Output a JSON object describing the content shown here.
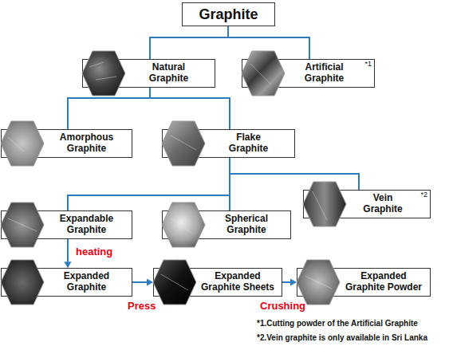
{
  "diagram": {
    "nodes": [
      {
        "text": [
          "Graphite"
        ]
      },
      {
        "text": [
          "Natural Graphite"
        ]
      },
      {
        "text": [
          "Artificial Graphite",
          "*1"
        ]
      },
      {
        "text": [
          "Amorphous Graphite"
        ]
      },
      {
        "text": [
          "Flake Graphite"
        ]
      },
      {
        "text": [
          "Vein Graphite",
          "*2"
        ]
      },
      {
        "text": [
          "Expandable Graphite"
        ]
      },
      {
        "text": [
          "Spherical Graphite"
        ]
      },
      {
        "text": [
          "Expanded Graphite"
        ]
      },
      {
        "text": [
          "Expanded Graphite Sheets"
        ]
      },
      {
        "text": [
          "Expanded Graphite Powder"
        ]
      }
    ],
    "edges": [
      {
        "from": 0,
        "to": 1,
        "arrow": "none"
      },
      {
        "from": 0,
        "to": 2,
        "arrow": "none"
      },
      {
        "from": 1,
        "to": 3,
        "arrow": "none"
      },
      {
        "from": 1,
        "to": 4,
        "arrow": "none"
      },
      {
        "from": 4,
        "to": 5,
        "arrow": "none"
      },
      {
        "from": 4,
        "to": 6,
        "arrow": "none"
      },
      {
        "from": 4,
        "to": 7,
        "arrow": "none"
      },
      {
        "from": 6,
        "to": 8,
        "label": "heating",
        "arrow": "to"
      },
      {
        "from": 8,
        "to": 9,
        "label": "Press",
        "arrow": "to"
      },
      {
        "from": 9,
        "to": 10,
        "label": "Crushing",
        "arrow": "to"
      }
    ],
    "labels": [
      "*1.Cutting powder of the Artificial Graphite",
      "*2.Vein graphite is only available in Sri Lanka"
    ]
  }
}
